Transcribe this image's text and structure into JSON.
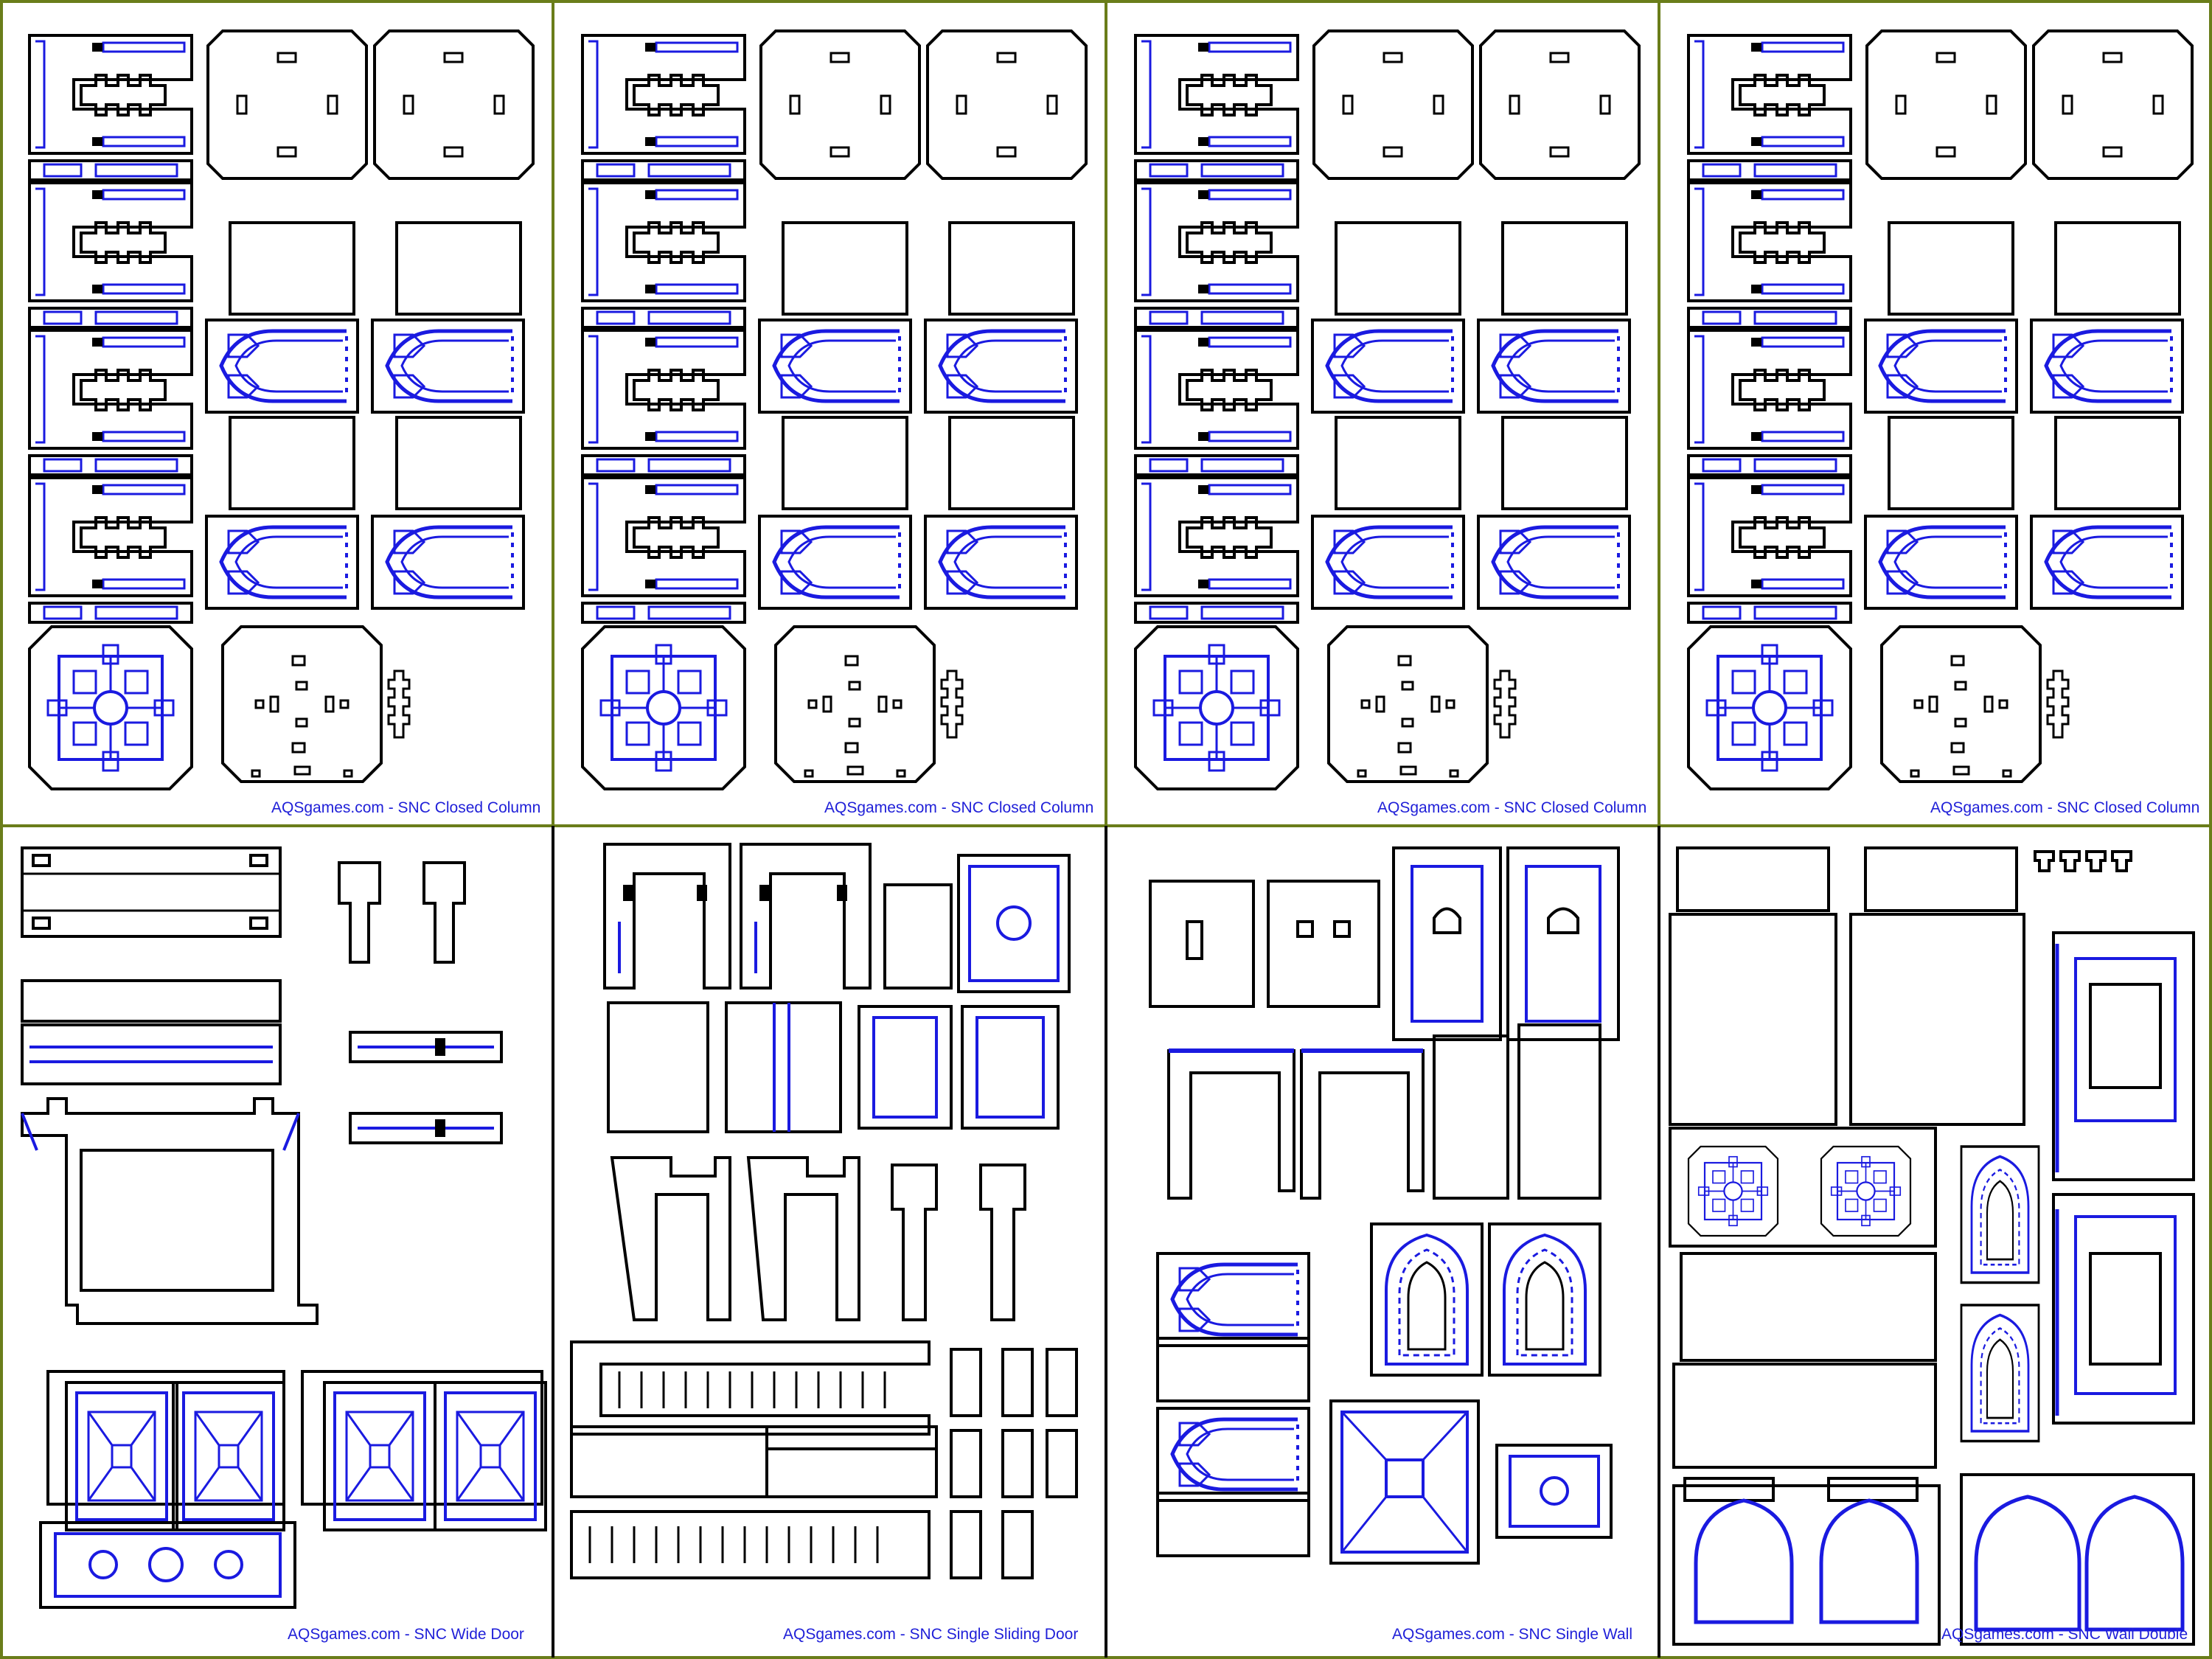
{
  "page": {
    "panels": [
      {
        "caption": "AQSgames.com - SNC Closed Column"
      },
      {
        "caption": "AQSgames.com - SNC Closed Column"
      },
      {
        "caption": "AQSgames.com - SNC Closed Column"
      },
      {
        "caption": "AQSgames.com - SNC Closed Column"
      },
      {
        "caption": "AQSgames.com - SNC Wide Door"
      },
      {
        "caption": "AQSgames.com - SNC Single Sliding Door"
      },
      {
        "caption": "AQSgames.com - SNC Single Wall"
      },
      {
        "caption": "AQSgames.com - SNC Wall Double"
      }
    ]
  },
  "colors": {
    "background": "#ffffff",
    "cut_line": "#000000",
    "engrave_line": "#1a1ae0",
    "panel_border": "#6a7d1a",
    "caption": "#2020d8"
  }
}
